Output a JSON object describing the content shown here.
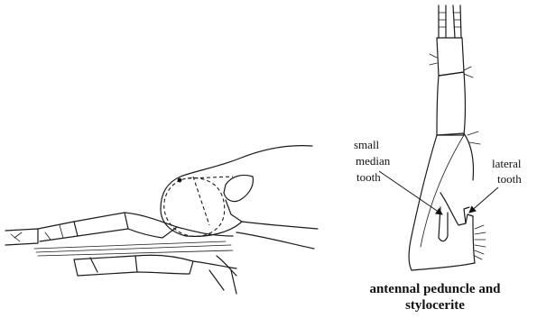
{
  "labels": {
    "median_tooth_line1": "small",
    "median_tooth_line2": "median",
    "median_tooth_line3": "tooth",
    "lateral_tooth_line1": "lateral",
    "lateral_tooth_line2": "tooth"
  },
  "caption": {
    "line1": "antennal peduncle and",
    "line2": "stylocerite"
  }
}
